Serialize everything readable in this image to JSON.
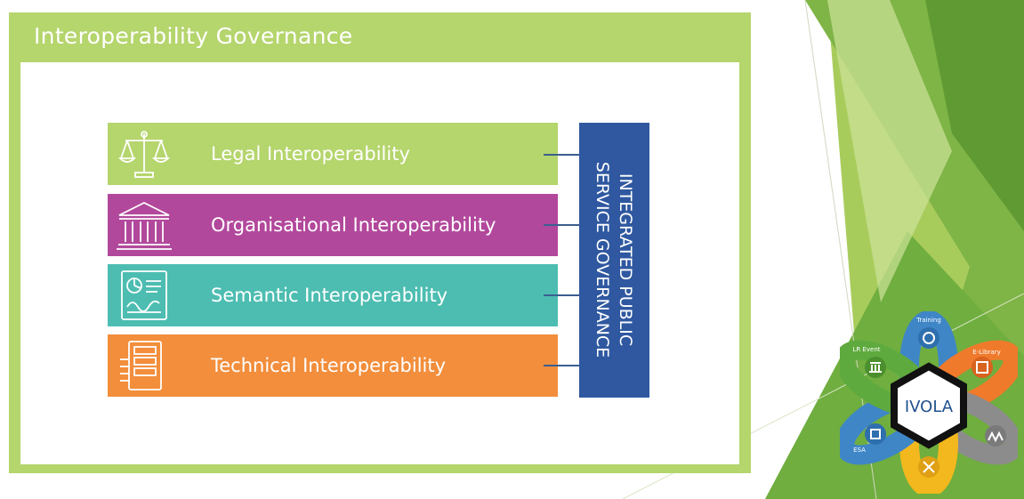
{
  "frame": {
    "title": "Interoperability Governance"
  },
  "layers": [
    {
      "label": "Legal Interoperability",
      "icon": "scales-icon",
      "color": "#b5d56d"
    },
    {
      "label": "Organisational Interoperability",
      "icon": "institution-building-icon",
      "color": "#b2489c"
    },
    {
      "label": "Semantic Interoperability",
      "icon": "data-document-icon",
      "color": "#4dbdb1"
    },
    {
      "label": "Technical Interoperability",
      "icon": "server-stack-icon",
      "color": "#f28e3c"
    }
  ],
  "governance": {
    "line1": "INTEGRATED PUBLIC",
    "line2": "SERVICE GOVERNANCE",
    "color": "#2f58a0"
  },
  "logo": {
    "center_text": "IVOLA",
    "segments": [
      "Training",
      "E-Library",
      "LR Event",
      "ESA"
    ],
    "icons": [
      "training-icon",
      "library-icon",
      "event-icon",
      "esa-icon",
      "governance-icon",
      "hierarchy-icon"
    ]
  }
}
